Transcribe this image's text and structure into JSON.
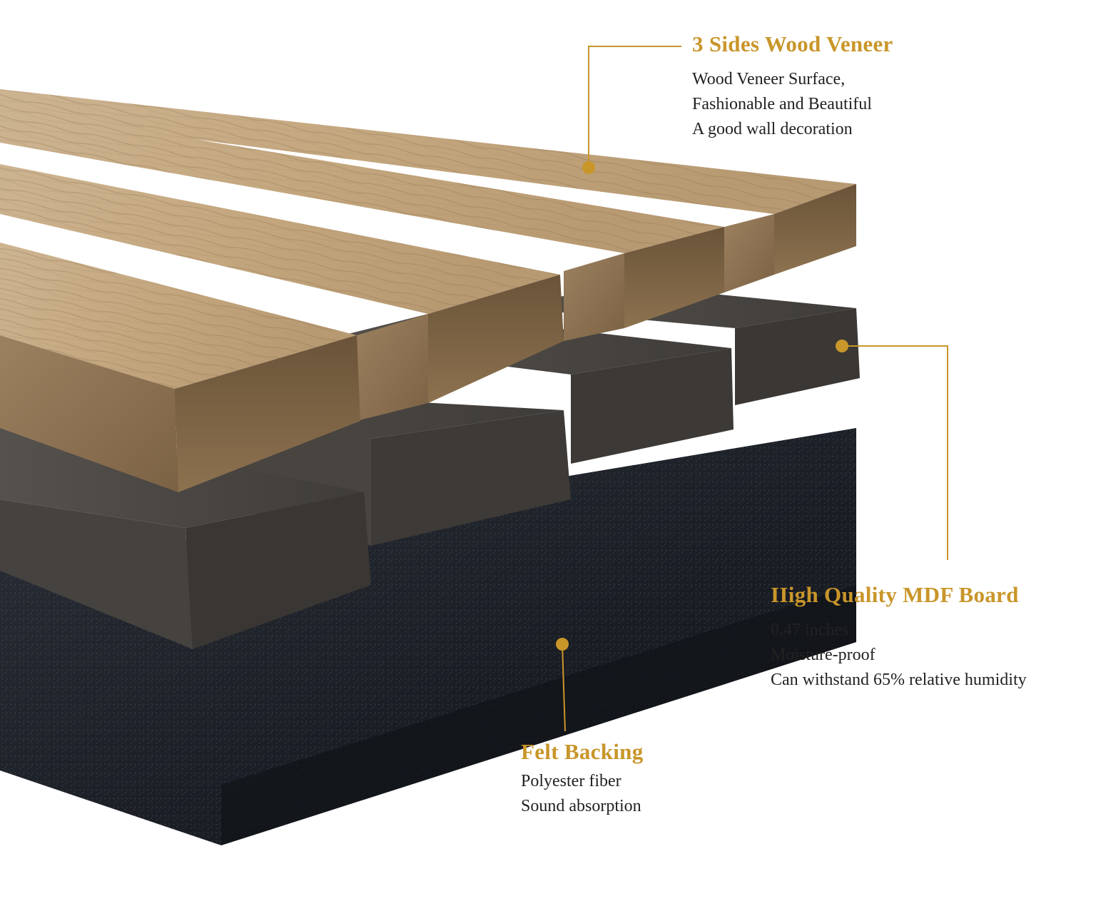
{
  "colors": {
    "accent": "#c9962a",
    "body_text": "#222222",
    "wood_light": "#c9ad88",
    "wood_dark": "#5e4a33",
    "mdf": "#4a4643",
    "felt": "#1d2129"
  },
  "callouts": {
    "veneer": {
      "title": "3 Sides Wood Veneer",
      "lines": [
        "Wood Veneer Surface,",
        "Fashionable and Beautiful",
        "A good wall decoration"
      ]
    },
    "mdf": {
      "title": "IIigh Quality MDF Board",
      "lines": [
        "0.47 inches",
        "Moisture-proof",
        "Can withstand 65% relative humidity"
      ]
    },
    "felt": {
      "title": "Felt Backing",
      "lines": [
        "Polyester fiber",
        "Sound absorption"
      ]
    }
  }
}
